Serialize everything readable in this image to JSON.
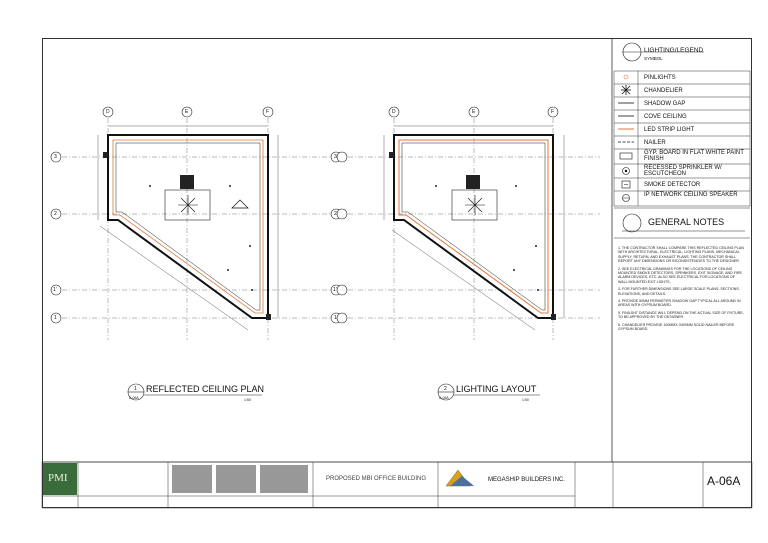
{
  "legend": {
    "title": "LIGHTING/LEGEND",
    "subtitle": "SYMBOL",
    "items": [
      {
        "icon": "pinlight-icon",
        "label": "PINLIGHTS"
      },
      {
        "icon": "chandelier-icon",
        "label": "CHANDELIER"
      },
      {
        "icon": "shadow-gap-icon",
        "label": "SHADOW GAP"
      },
      {
        "icon": "cove-ceiling-icon",
        "label": "COVE CEILING"
      },
      {
        "icon": "led-strip-icon",
        "label": "LED STRIP LIGHT"
      },
      {
        "icon": "nailer-icon",
        "label": "NAILER"
      },
      {
        "icon": "gypboard-icon",
        "label": "GYP. BOARD IN FLAT WHITE PAINT FINISH"
      },
      {
        "icon": "sprinkler-icon",
        "label": "RECESSED SPRINKLER W/ ESCUTCHEON"
      },
      {
        "icon": "smoke-detector-icon",
        "label": "SMOKE DETECTOR"
      },
      {
        "icon": "speaker-icon",
        "label": "IP NETWORK CEILING SPEAKER"
      }
    ]
  },
  "general_notes": {
    "title": "GENERAL NOTES",
    "items": [
      "1.   THE CONTRACTOR SHALL COMPARE THIS REFLECTED CEILING PLAN WITH ARCHITECTURAL, ELECTRICAL, LIGHTING PLANS, MECHANICAL SUPPLY, RETURN, AND EXHAUST PLANS. THE CONTRACTOR SHALL REPORT ANY DIMENSIONS OR INCONSISTENCIES TO THE DESIGNER.",
      "2.   SEE ELECTRICAL DRAWINGS FOR THE LOCATIONS OF CEILING MOUNTED SMOKE DETECTORS, SPRINKERS, EXIT SIGNAGE, AND FIRE ALARM DEVICES, ETC. ALSO SEE ELECTRICAL FOR LOCATIONS OF WALL MOUNTED EXIT LIGHTS.",
      "3.   FOR FURTHER DIMENSIONS SEE LARGE SCALE PLANS, SECTIONS, ELEVATIONS, AND DETAILS.",
      "4.   PROVIDE 50MM PERIMETER SHADOW GAP TYPICAL ALL AROUND IN AREAS WITH GYPSUM BOARD.",
      "5.   FINILSHT DISTANCE WILL DEPEND ON THE ACTUAL SIZE OF FIXTURE, TO BE APPROVED BY THE DESIGNER.",
      "6.   CHANDELIER PROVIDE 100MMX 3400MM SOLID NAILER BEFORE GYPSUM BOARD."
    ]
  },
  "drawings": [
    {
      "number": "1",
      "sheet": "A-06A",
      "title": "REFLECTED CEILING PLAN",
      "scale": "1:50"
    },
    {
      "number": "2",
      "sheet": "A-06A",
      "title": "LIGHTING LAYOUT",
      "scale": "1:50"
    }
  ],
  "grid": {
    "cols": [
      "D",
      "E",
      "F"
    ],
    "rows": [
      "3",
      "2",
      "1'",
      "1"
    ]
  },
  "title_block": {
    "logo_text": "PMI",
    "project": "PROPOSED MBI OFFICE BUILDING",
    "company": "MEGASHIP BUILDERS INC.",
    "sheet_no": "A-06A"
  },
  "colors": {
    "led": "#e0783a",
    "line": "#222222"
  }
}
